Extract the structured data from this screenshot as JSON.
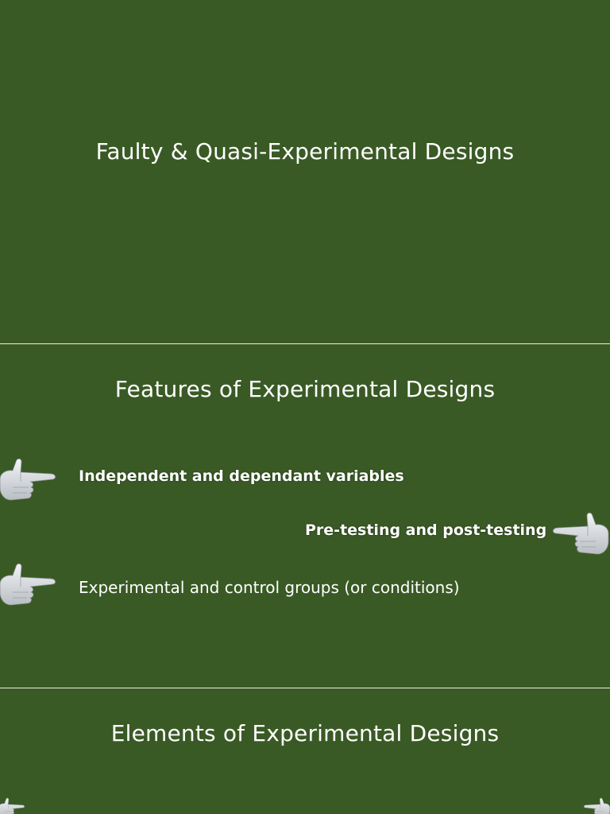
{
  "slides": [
    {
      "title": "Faulty & Quasi-Experimental Designs"
    },
    {
      "title": "Features of Experimental Designs",
      "bullets": [
        "Independent and dependant variables",
        "Pre-testing and post-testing",
        "Experimental and control groups (or conditions)"
      ]
    },
    {
      "title": "Elements of Experimental Designs"
    }
  ],
  "icons": {
    "pointer": "pointing-hand-icon"
  },
  "colors": {
    "background": "#3a5a25",
    "text": "#ffffff",
    "divider": "#e9efe4"
  }
}
